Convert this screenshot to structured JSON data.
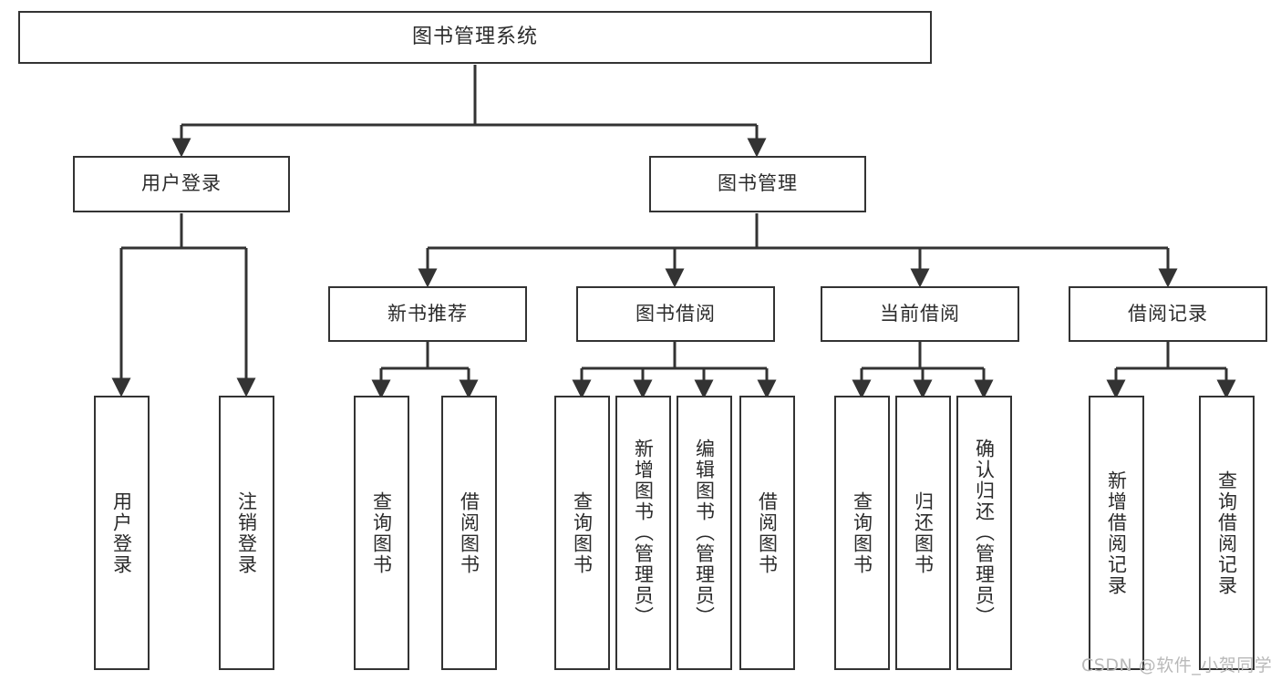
{
  "diagram": {
    "title": "图书管理系统",
    "type": "hierarchy-tree",
    "levels": 4,
    "line_color": "#333333",
    "box_fill": "#ffffff",
    "text_color": "#2b2b2b"
  },
  "nodes": {
    "root": {
      "label": "图书管理系统"
    },
    "level2": [
      {
        "label": "用户登录"
      },
      {
        "label": "图书管理"
      }
    ],
    "level3": [
      {
        "label": "新书推荐"
      },
      {
        "label": "图书借阅"
      },
      {
        "label": "当前借阅"
      },
      {
        "label": "借阅记录"
      }
    ],
    "leaves": {
      "user_login": [
        {
          "label": "用户登录"
        },
        {
          "label": "注销登录"
        }
      ],
      "new_book_recommend": [
        {
          "label": "查询图书"
        },
        {
          "label": "借阅图书"
        }
      ],
      "book_borrow": [
        {
          "label": "查询图书"
        },
        {
          "label": "新增图书（管理员）"
        },
        {
          "label": "编辑图书（管理员）"
        },
        {
          "label": "借阅图书"
        }
      ],
      "current_borrow": [
        {
          "label": "查询图书"
        },
        {
          "label": "归还图书"
        },
        {
          "label": "确认归还（管理员）"
        }
      ],
      "borrow_record": [
        {
          "label": "新增借阅记录"
        },
        {
          "label": "查询借阅记录"
        }
      ]
    }
  },
  "watermark": {
    "text": "CSDN @软件_小贺同学"
  }
}
